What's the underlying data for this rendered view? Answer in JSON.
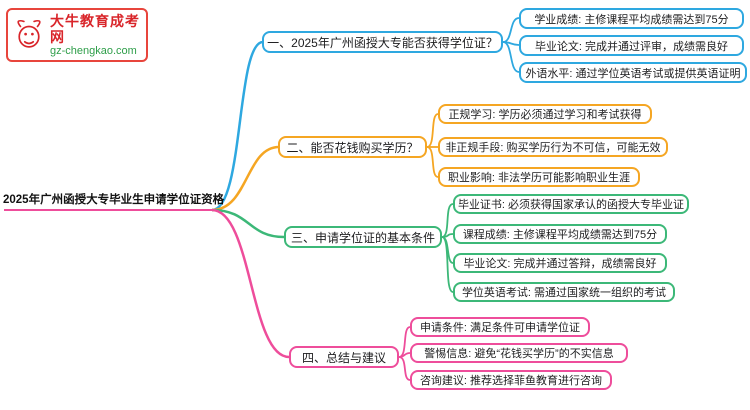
{
  "logo": {
    "title": "大牛教育成考网",
    "subtitle": "gz-chengkao.com",
    "brand_color": "#d9252a",
    "subtitle_color": "#2e9e49"
  },
  "root": {
    "label": "2025年广州函授大专毕业生申请学位证资格"
  },
  "branches": [
    {
      "label": "一、2025年广州函授大专能否获得学位证？",
      "color": "#2ea8e0",
      "children": [
        {
          "text": "学业成绩: 主修课程平均成绩需达到75分"
        },
        {
          "text": "毕业论文: 完成并通过评审，成绩需良好"
        },
        {
          "text": "外语水平: 通过学位英语考试或提供英语证明"
        }
      ]
    },
    {
      "label": "二、能否花钱购买学历？",
      "color": "#f5a623",
      "children": [
        {
          "text": "正规学习: 学历必须通过学习和考试获得"
        },
        {
          "text": "非正规手段: 购买学历行为不可信，可能无效"
        },
        {
          "text": "职业影响: 非法学历可能影响职业生涯"
        }
      ]
    },
    {
      "label": "三、申请学位证的基本条件",
      "color": "#3cb878",
      "children": [
        {
          "text": "毕业证书: 必须获得国家承认的函授大专毕业证"
        },
        {
          "text": "课程成绩: 主修课程平均成绩需达到75分"
        },
        {
          "text": "毕业论文: 完成并通过答辩，成绩需良好"
        },
        {
          "text": "学位英语考试: 需通过国家统一组织的考试"
        }
      ]
    },
    {
      "label": "四、总结与建议",
      "color": "#ee4d9b",
      "children": [
        {
          "text": "申请条件: 满足条件可申请学位证"
        },
        {
          "text": "警惕信息: 避免“花钱买学历”的不实信息"
        },
        {
          "text": "咨询建议: 推荐选择菲鱼教育进行咨询"
        }
      ]
    }
  ]
}
